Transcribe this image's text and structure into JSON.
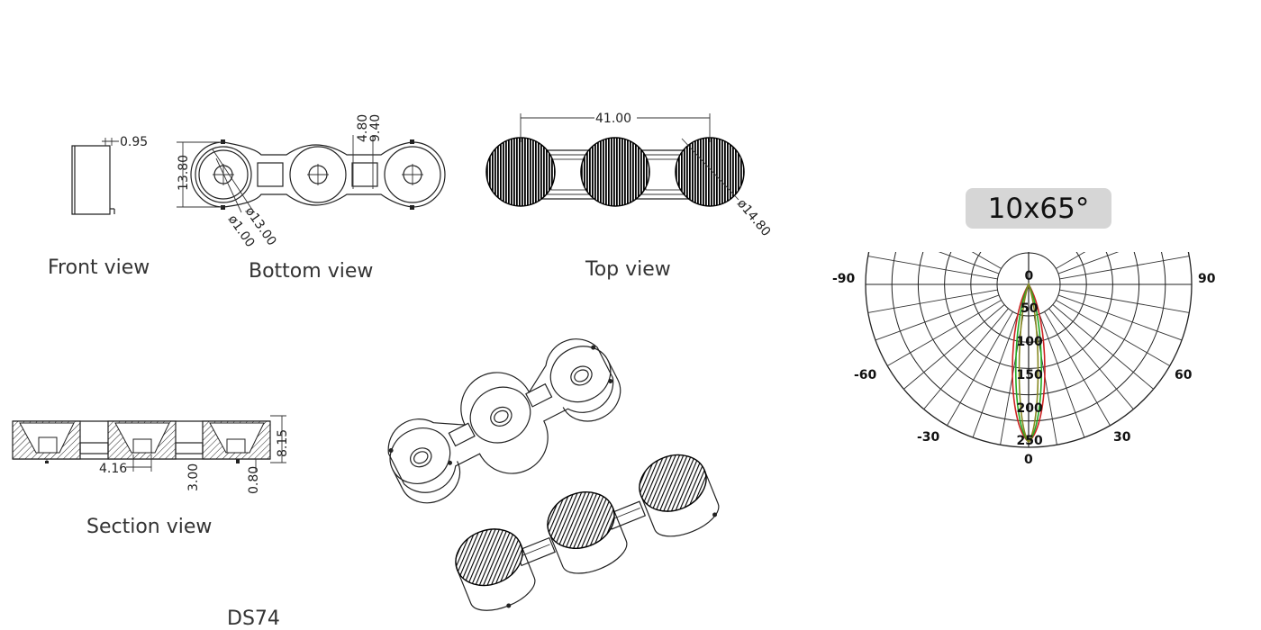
{
  "views": {
    "front": "Front view",
    "bottom": "Bottom view",
    "top": "Top view",
    "section": "Section view"
  },
  "model": "DS74",
  "beam_angle": "10x65°",
  "dimensions": {
    "front_thickness": "0.95",
    "bottom_height": "13.80",
    "bottom_hole": "ø1.00",
    "bottom_cup": "ø13.00",
    "bridge_a": "4.80",
    "bridge_b": "9.40",
    "top_length": "41.00",
    "top_diameter": "ø14.80",
    "section_height": "8.15",
    "section_width": "4.16",
    "section_gap": "3.00",
    "section_pin": "0.80"
  },
  "polar": {
    "angle_labels": [
      "-90",
      "90",
      "-60",
      "60",
      "-30",
      "30",
      "0"
    ],
    "radial_labels": [
      "0",
      "50",
      "100",
      "150",
      "200",
      "250"
    ],
    "curve_colors": [
      "#cc2222",
      "#22aa22",
      "#888822"
    ]
  }
}
